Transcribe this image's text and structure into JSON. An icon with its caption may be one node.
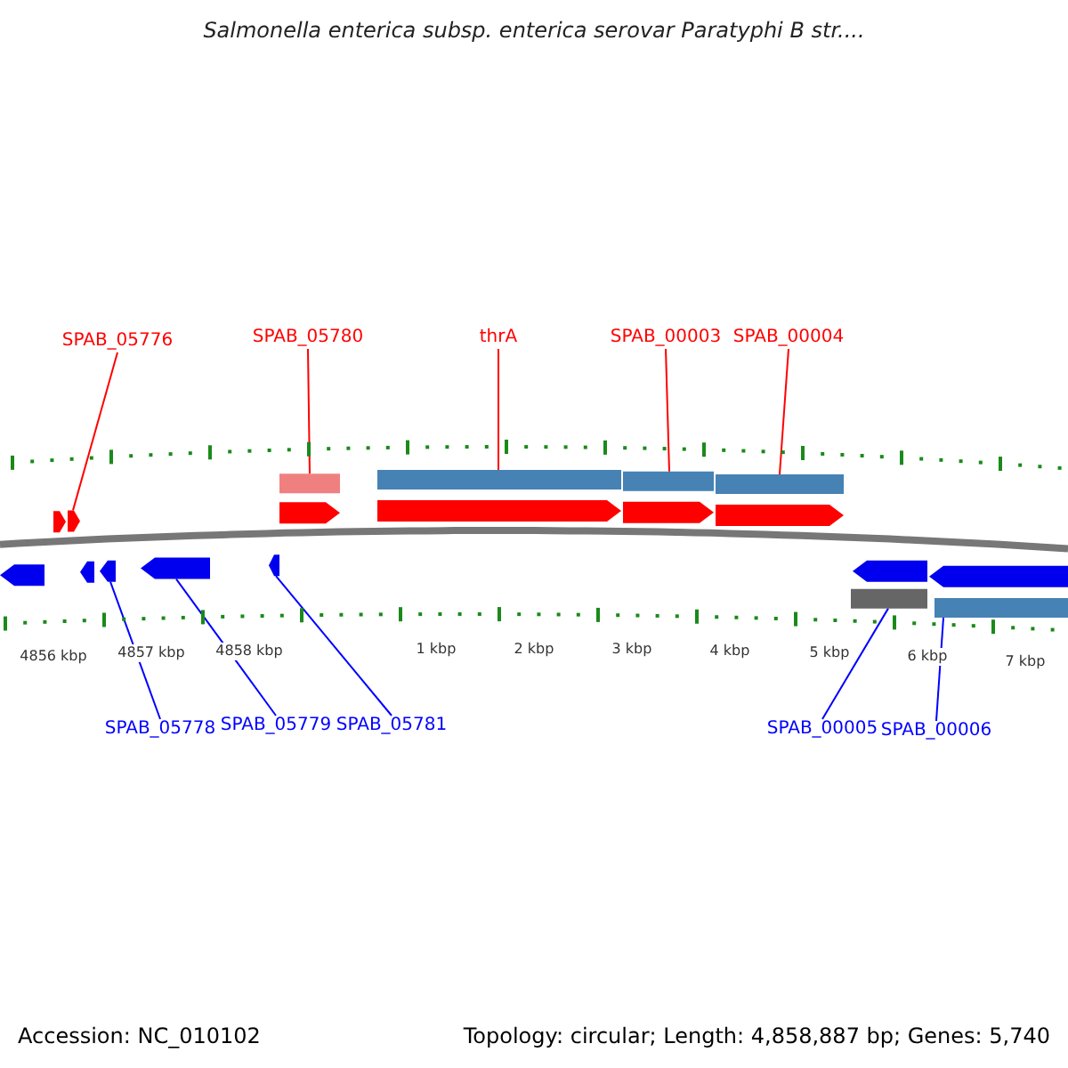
{
  "diagram": {
    "title": "Salmonella enterica subsp. enterica serovar Paratyphi B str....",
    "nodes": [
      {
        "text": [
          "SPAB_05776"
        ]
      },
      {
        "text": [
          "SPAB_05780"
        ]
      },
      {
        "text": [
          "thrA"
        ]
      },
      {
        "text": [
          "SPAB_00003"
        ]
      },
      {
        "text": [
          "SPAB_00004"
        ]
      },
      {
        "text": [
          "SPAB_05778"
        ]
      },
      {
        "text": [
          "SPAB_05779"
        ]
      },
      {
        "text": [
          "SPAB_05781"
        ]
      },
      {
        "text": [
          "SPAB_00005"
        ]
      },
      {
        "text": [
          "SPAB_00006"
        ]
      },
      {
        "text": [],
        "shape": "arrow"
      },
      {
        "text": [],
        "shape": "arrow"
      },
      {
        "text": [],
        "shape": "arrow"
      },
      {
        "text": [],
        "shape": "arrow"
      },
      {
        "text": [],
        "shape": "bar"
      },
      {
        "text": [],
        "shape": "bar"
      },
      {
        "text": [],
        "shape": "bar"
      },
      {
        "text": [],
        "shape": "bar"
      },
      {
        "text": [],
        "shape": "bar"
      },
      {
        "text": [],
        "shape": "bar"
      }
    ],
    "edges": [
      {
        "from": 0,
        "to": 10,
        "arrow": "none"
      },
      {
        "from": 1,
        "to": 14,
        "arrow": "none"
      },
      {
        "from": 2,
        "to": 15,
        "arrow": "none"
      },
      {
        "from": 3,
        "to": 16,
        "arrow": "none"
      },
      {
        "from": 4,
        "to": 17,
        "arrow": "none"
      },
      {
        "from": 5,
        "to": 11,
        "arrow": "none",
        "color": "#0000ff"
      },
      {
        "from": 6,
        "to": 12,
        "arrow": "none",
        "color": "#0000ff"
      },
      {
        "from": 7,
        "to": 13,
        "arrow": "none",
        "color": "#0000ff"
      },
      {
        "from": 8,
        "to": 18,
        "arrow": "none",
        "color": "#0000ff"
      },
      {
        "from": 9,
        "to": 19,
        "arrow": "none",
        "color": "#0000ff"
      }
    ],
    "labels": [
      "4856 kbp",
      "4857 kbp",
      "4858 kbp",
      "1 kbp",
      "2 kbp",
      "3 kbp",
      "4 kbp",
      "5 kbp",
      "6 kbp",
      "7 kbp",
      "Accession: NC_010102",
      "Topology: circular; Length: 4,858,887 bp; Genes: 5,740"
    ]
  }
}
